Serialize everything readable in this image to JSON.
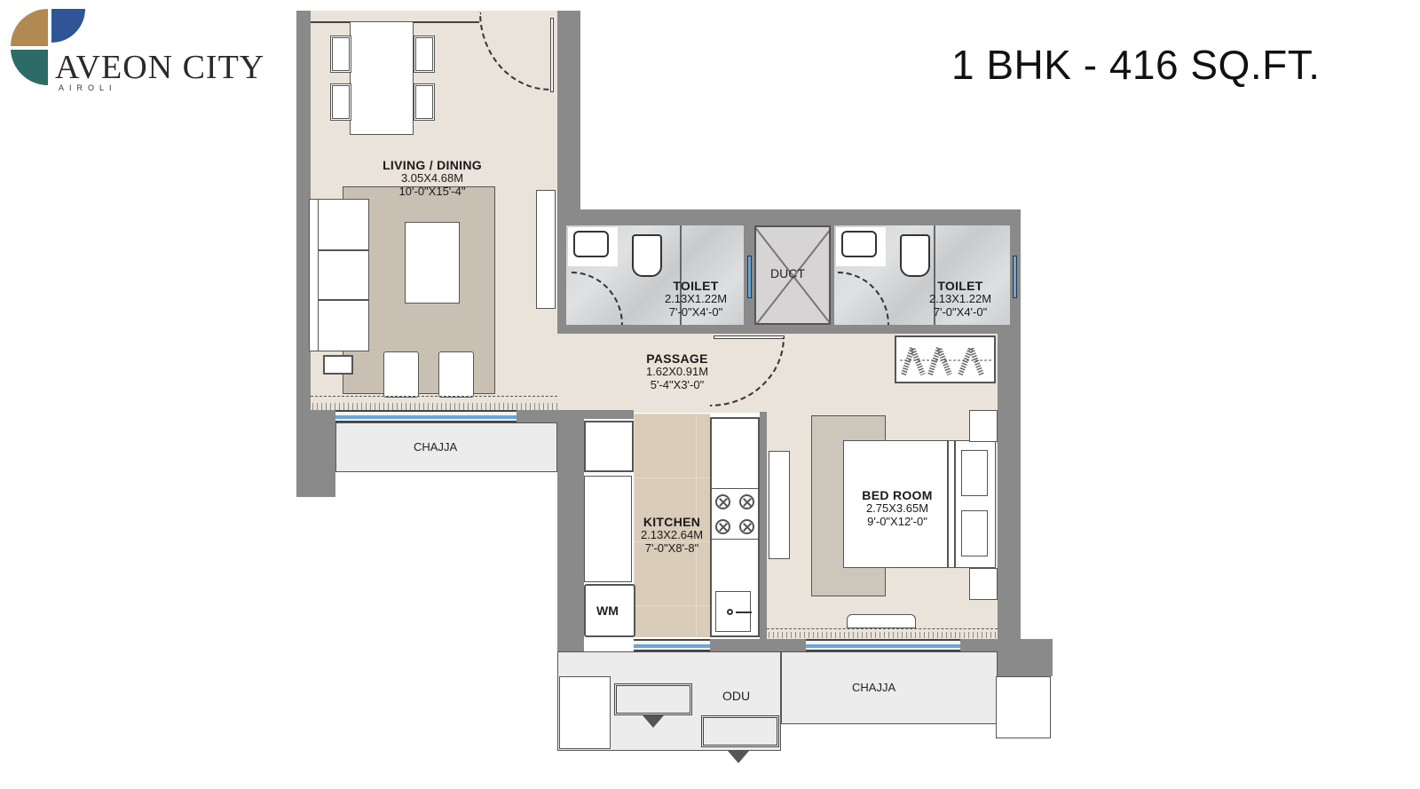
{
  "brand": {
    "name": "AVEON CITY",
    "location": "AIROLI",
    "colors": {
      "gold": "#b08a50",
      "blue": "#2f5597",
      "teal": "#2c6b66"
    }
  },
  "header": {
    "unit_title": "1 BHK - 416 SQ.FT."
  },
  "rooms": {
    "living_dining": {
      "name": "LIVING / DINING",
      "dim_metric": "3.05X4.68M",
      "dim_imperial": "10'-0\"X15'-4\""
    },
    "toilet_1": {
      "name": "TOILET",
      "dim_metric": "2.13X1.22M",
      "dim_imperial": "7'-0\"X4'-0\""
    },
    "duct": {
      "name": "DUCT"
    },
    "toilet_2": {
      "name": "TOILET",
      "dim_metric": "2.13X1.22M",
      "dim_imperial": "7'-0\"X4'-0\""
    },
    "passage": {
      "name": "PASSAGE",
      "dim_metric": "1.62X0.91M",
      "dim_imperial": "5'-4\"X3'-0\""
    },
    "kitchen": {
      "name": "KITCHEN",
      "dim_metric": "2.13X2.64M",
      "dim_imperial": "7'-0\"X8'-8\""
    },
    "bedroom": {
      "name": "BED ROOM",
      "dim_metric": "2.75X3.65M",
      "dim_imperial": "9'-0\"X12'-0\""
    }
  },
  "outdoor": {
    "chajja_left": "CHAJJA",
    "chajja_right": "CHAJJA",
    "odu": "ODU",
    "wm": "WM"
  },
  "colors": {
    "wall": "#8a8a8a",
    "floor": "#e9e3d9",
    "kitchen_tile": "#d9ccb8",
    "window_glass": "#6aa6d8"
  }
}
